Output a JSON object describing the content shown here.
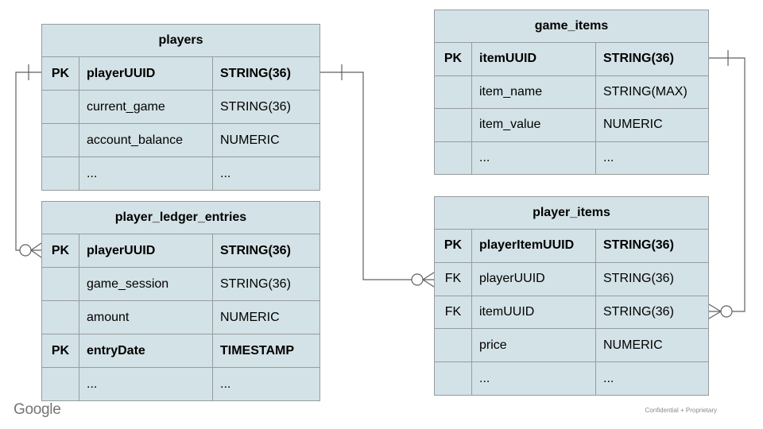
{
  "slide": {
    "footer_logo": "Google",
    "footer_note": "Confidential + Proprietary"
  },
  "colors": {
    "table_fill": "#d3e2e6",
    "table_border": "#969c9e",
    "connector": "#616161",
    "text": "#000000",
    "logo_gray": "#757575",
    "note_gray": "#8a8a8a"
  },
  "diagram": {
    "tables": [
      {
        "id": "players",
        "title": "players",
        "rows": [
          {
            "key": "PK",
            "name": "playerUUID",
            "type": "STRING(36)",
            "bold": true
          },
          {
            "key": "",
            "name": "current_game",
            "type": "STRING(36)",
            "bold": false
          },
          {
            "key": "",
            "name": "account_balance",
            "type": "NUMERIC",
            "bold": false
          },
          {
            "key": "",
            "name": "...",
            "type": "...",
            "bold": false
          }
        ]
      },
      {
        "id": "game_items",
        "title": "game_items",
        "rows": [
          {
            "key": "PK",
            "name": "itemUUID",
            "type": "STRING(36)",
            "bold": true
          },
          {
            "key": "",
            "name": "item_name",
            "type": "STRING(MAX)",
            "bold": false
          },
          {
            "key": "",
            "name": "item_value",
            "type": "NUMERIC",
            "bold": false
          },
          {
            "key": "",
            "name": "...",
            "type": "...",
            "bold": false
          }
        ]
      },
      {
        "id": "player_ledger_entries",
        "title": "player_ledger_entries",
        "rows": [
          {
            "key": "PK",
            "name": "playerUUID",
            "type": "STRING(36)",
            "bold": true
          },
          {
            "key": "",
            "name": "game_session",
            "type": "STRING(36)",
            "bold": false
          },
          {
            "key": "",
            "name": "amount",
            "type": "NUMERIC",
            "bold": false
          },
          {
            "key": "PK",
            "name": "entryDate",
            "type": "TIMESTAMP",
            "bold": true
          },
          {
            "key": "",
            "name": "...",
            "type": "...",
            "bold": false
          }
        ]
      },
      {
        "id": "player_items",
        "title": "player_items",
        "rows": [
          {
            "key": "PK",
            "name": "playerItemUUID",
            "type": "STRING(36)",
            "bold": true
          },
          {
            "key": "FK",
            "name": "playerUUID",
            "type": "STRING(36)",
            "bold": false
          },
          {
            "key": "FK",
            "name": "itemUUID",
            "type": "STRING(36)",
            "bold": false
          },
          {
            "key": "",
            "name": "price",
            "type": "NUMERIC",
            "bold": false
          },
          {
            "key": "",
            "name": "...",
            "type": "...",
            "bold": false
          }
        ]
      }
    ],
    "relationships": [
      {
        "from": "players.playerUUID",
        "to": "player_ledger_entries.playerUUID",
        "from_cardinality": "one",
        "to_cardinality": "zero-or-many"
      },
      {
        "from": "players.playerUUID",
        "to": "player_items.playerUUID",
        "from_cardinality": "one",
        "to_cardinality": "zero-or-many"
      },
      {
        "from": "game_items.itemUUID",
        "to": "player_items.itemUUID",
        "from_cardinality": "one",
        "to_cardinality": "zero-or-many"
      }
    ]
  }
}
